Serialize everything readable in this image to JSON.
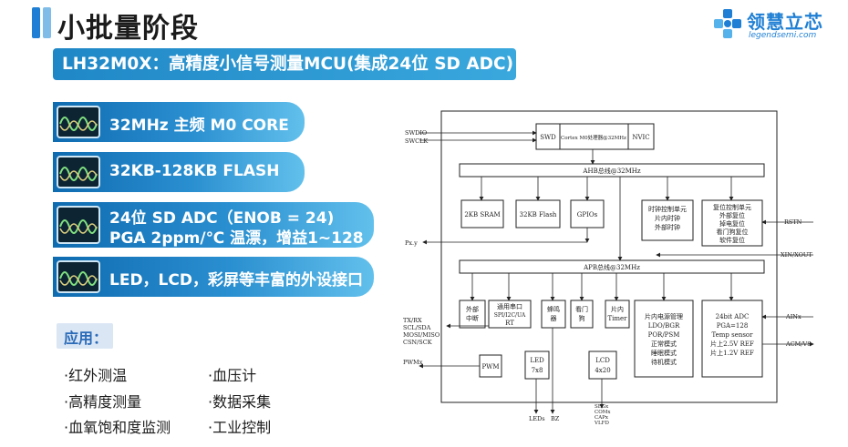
{
  "header": {
    "title": "小批量阶段",
    "deco_colors": [
      "#1f7fd4",
      "#7fbde8"
    ]
  },
  "logo": {
    "name": "领慧立芯",
    "url": "legendsemi.com",
    "icon": "legendsemi-logo-icon"
  },
  "subtitle": "LH32M0X：高精度小信号测量MCU(集成24位 SD ADC)",
  "features": [
    {
      "icon": "oscilloscope-waveform-icon",
      "lines": [
        "32MHz 主频 M0 CORE"
      ]
    },
    {
      "icon": "oscilloscope-waveform-icon",
      "lines": [
        "32KB-128KB FLASH"
      ]
    },
    {
      "icon": "oscilloscope-waveform-icon",
      "lines": [
        "24位 SD ADC（ENOB = 24)",
        "PGA 2ppm/℃ 温漂，增益1~128"
      ]
    },
    {
      "icon": "oscilloscope-waveform-icon",
      "lines": [
        "LED，LCD，彩屏等丰富的外设接口"
      ]
    }
  ],
  "applications": {
    "title": "应用：",
    "items": [
      "·红外测温",
      "·血压计",
      "·高精度测量",
      "·数据采集",
      "·血氧饱和度监测",
      "·工业控制"
    ]
  },
  "diagram": {
    "swd": "SWD",
    "cortex": "Cortex M0处理器@32MHz",
    "nvic": "NVIC",
    "ahb": "AHB总线@32MHz",
    "apb": "APB总线@32MHz",
    "sram": "2KB SRAM",
    "flash": "32KB Flash",
    "gpios": "GPIOs",
    "clock_unit": [
      "时钟控制单元",
      "片内时钟",
      "外部时钟"
    ],
    "reset_unit": [
      "复位控制单元",
      "外部复位",
      "掉电复位",
      "看门狗复位",
      "软件复位"
    ],
    "ext_int": [
      "外部",
      "中断"
    ],
    "serial": [
      "通用串口",
      "SPI/I2C/UA",
      "RT"
    ],
    "buzzer": [
      "蜂鸣",
      "器"
    ],
    "wdt": [
      "看门",
      "狗"
    ],
    "timer": [
      "片内",
      "Timer"
    ],
    "power": [
      "片内电源管理",
      "LDO/BGR",
      "POR/PSM",
      "正常模式",
      "睡眠模式",
      "待机模式"
    ],
    "adc": [
      "24bit ADC",
      "PGA=128",
      "Temp sensor",
      "片上2.5V REF",
      "片上1.2V REF"
    ],
    "pwm": "PWM",
    "led": [
      "LED",
      "7x8"
    ],
    "lcd": [
      "LCD",
      "4x20"
    ],
    "signals": {
      "swdio": "SWDIO",
      "swclk": "SWCLK",
      "pxy": "Px.y",
      "rstn": "RSTN",
      "xin": "XIN/XOUT",
      "serial_pins": [
        "TX/RX",
        "SCL/SDA",
        "MOSI/MISO",
        "CSN/SCK"
      ],
      "pwmx": "PWMx",
      "ain": "AINx",
      "acm": "ACM/VS",
      "leds": "LEDs",
      "bz": "BZ",
      "lcd_pins": [
        "SEGx",
        "COMx",
        "CAPx",
        "VLFD"
      ]
    }
  }
}
